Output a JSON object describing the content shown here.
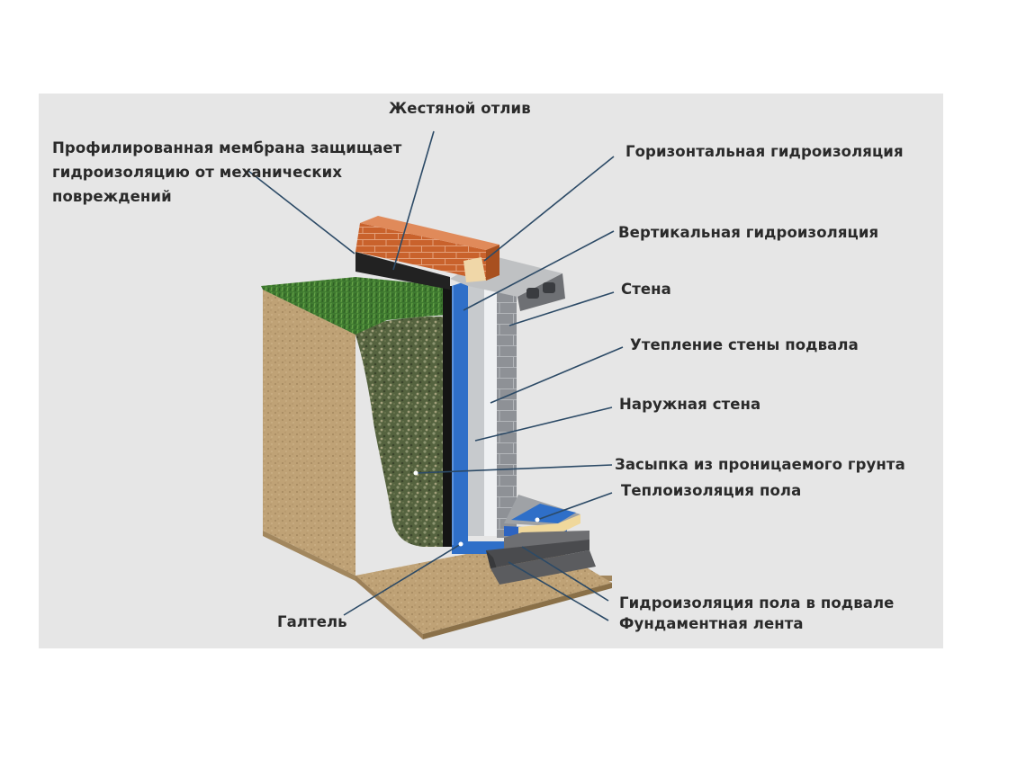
{
  "diagram": {
    "labels": {
      "tin_drip": "Жестяной отлив",
      "membrane": [
        "Профилированная мембрана защищает",
        "гидроизоляцию от механических",
        "повреждений"
      ],
      "horizontal_waterproofing": "Горизонтальная гидроизоляция",
      "vertical_waterproofing": "Вертикальная гидроизоляция",
      "wall": "Стена",
      "basement_wall_insulation": "Утепление стены подвала",
      "outer_wall": "Наружная стена",
      "permeable_backfill": "Засыпка из проницаемого грунта",
      "floor_insulation": "Теплоизоляция пола",
      "fillet": "Галтель",
      "basement_floor_waterproofing": "Гидроизоляция пола в подвале",
      "foundation_strip": "Фундаментная лента"
    },
    "colors": {
      "background": "#e6e6e6",
      "soil": "#bfa276",
      "gravel": "#5b6a48",
      "grass": "#3f7a30",
      "brick": "#c9622c",
      "waterproofing": "#2f6fc8",
      "insulation": "#e8ebee",
      "block_wall": "#8e9196",
      "leader_line": "#2c4a66"
    }
  }
}
